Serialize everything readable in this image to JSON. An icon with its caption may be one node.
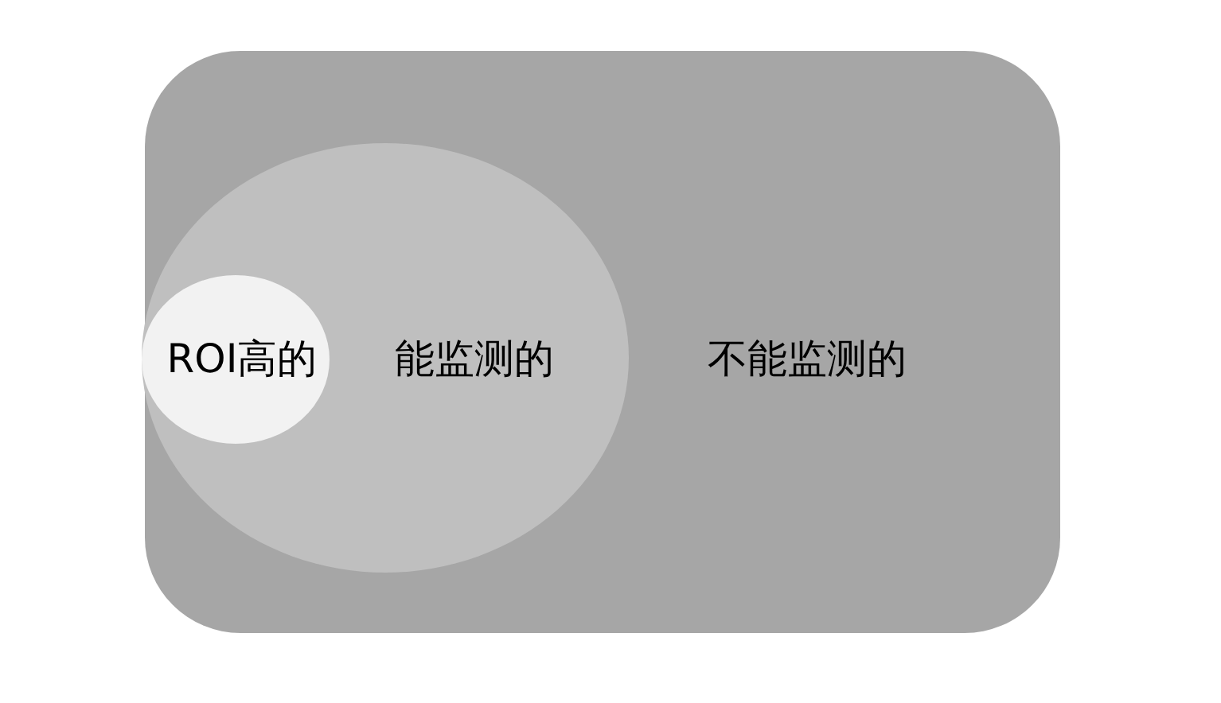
{
  "diagram": {
    "nodes": [
      {
        "text": [
          "不能监测的"
        ]
      },
      {
        "text": [
          "能监测的"
        ],
        "in": 0
      },
      {
        "text": [
          "ROI高的"
        ],
        "in": 1
      }
    ]
  }
}
